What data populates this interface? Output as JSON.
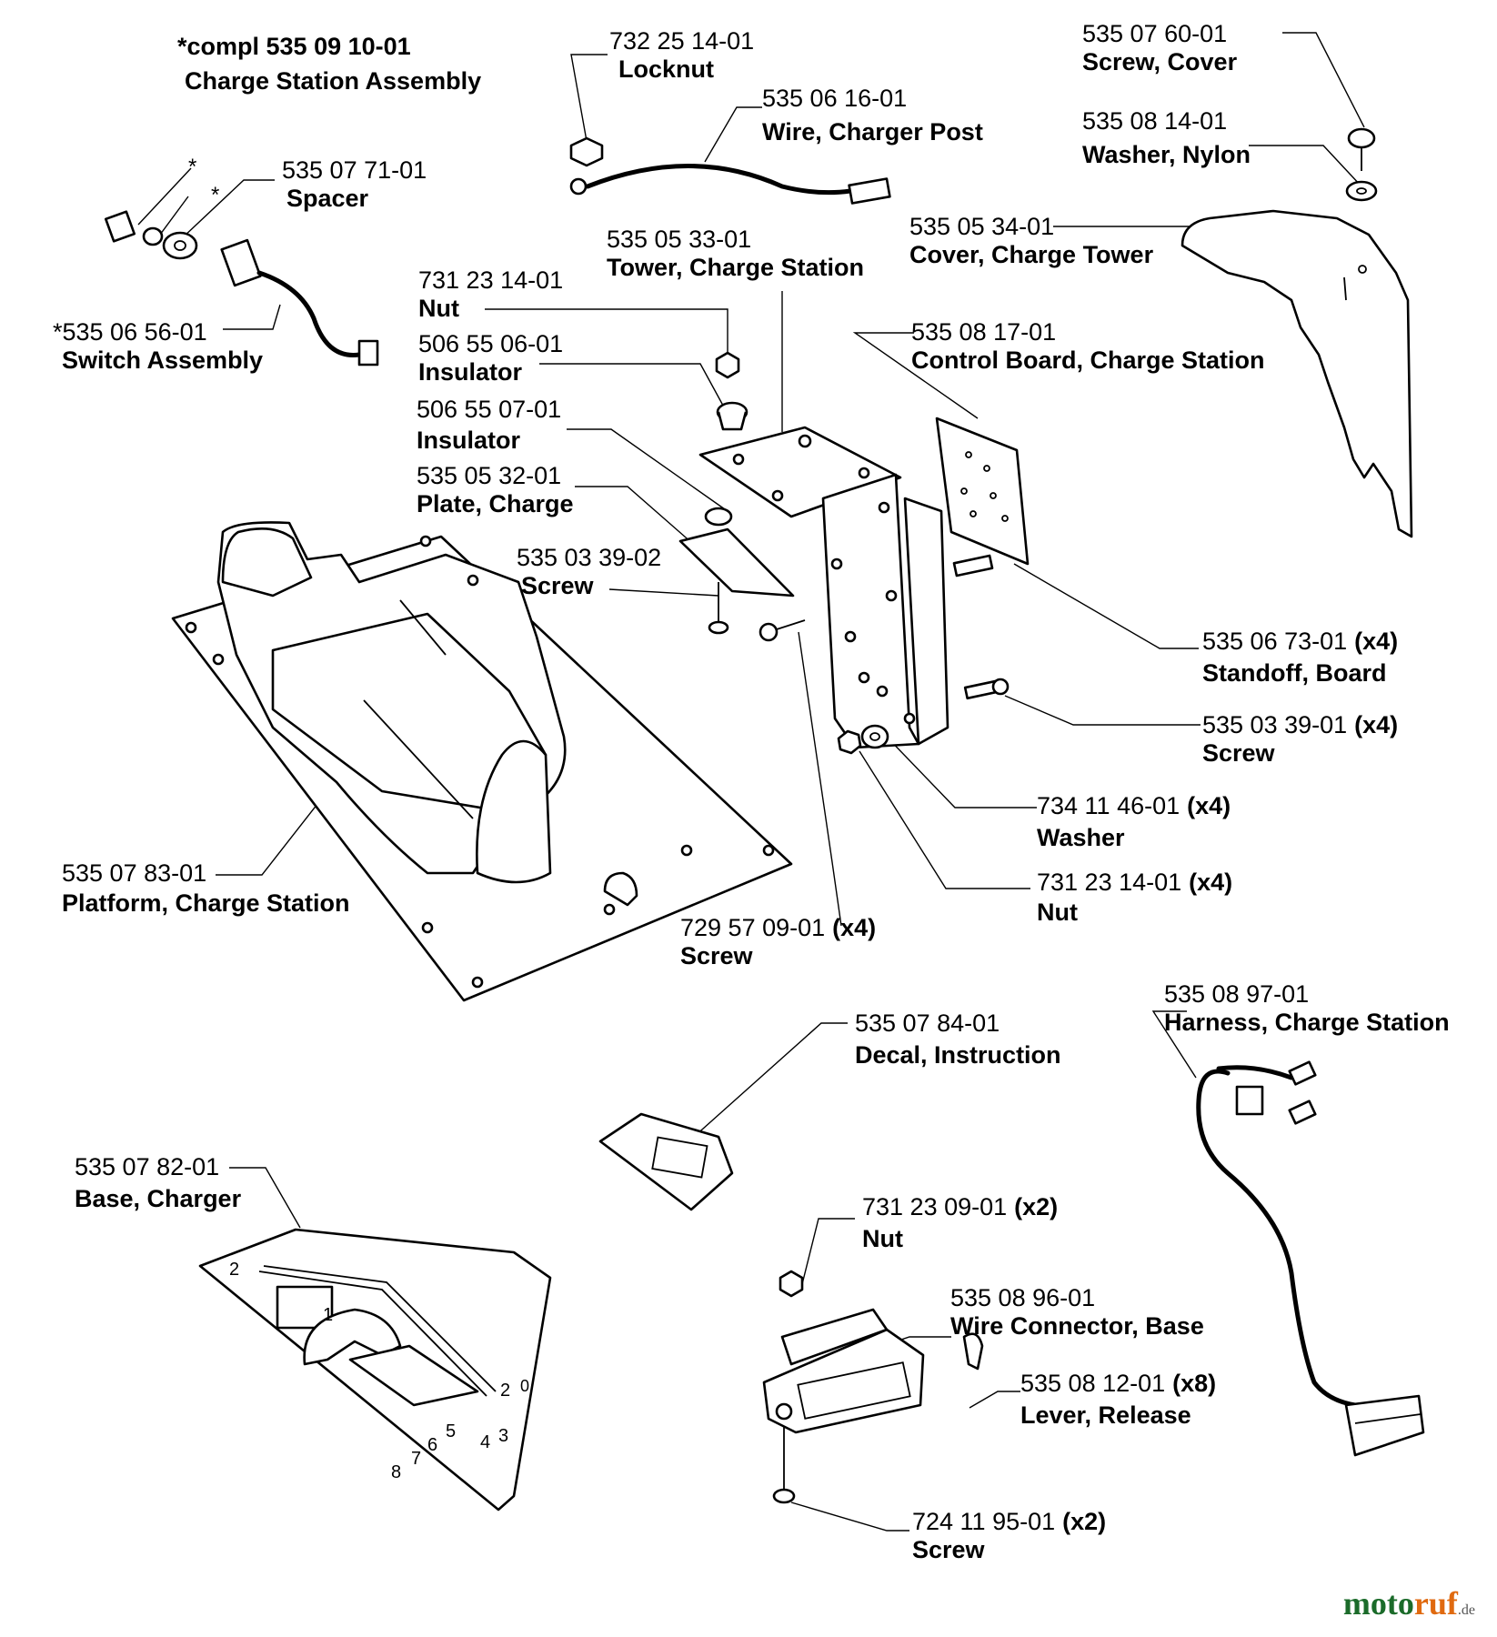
{
  "assembly": {
    "title_line1": "*compl 535 09 10-01",
    "title_line2": "Charge Station Assembly",
    "asterisk": "*"
  },
  "parts": [
    {
      "id": "locknut",
      "number": "732 25 14-01",
      "name": "Locknut",
      "qty": ""
    },
    {
      "id": "wire-charger-post",
      "number": "535 06 16-01",
      "name": "Wire, Charger Post",
      "qty": ""
    },
    {
      "id": "screw-cover",
      "number": "535 07 60-01",
      "name": "Screw, Cover",
      "qty": ""
    },
    {
      "id": "washer-nylon",
      "number": "535 08 14-01",
      "name": "Washer, Nylon",
      "qty": ""
    },
    {
      "id": "spacer",
      "number": "535 07 71-01",
      "name": "Spacer",
      "qty": ""
    },
    {
      "id": "tower-charge-station",
      "number": "535 05 33-01",
      "name": "Tower, Charge Station",
      "qty": ""
    },
    {
      "id": "cover-charge-tower",
      "number": "535 05 34-01",
      "name": "Cover, Charge Tower",
      "qty": ""
    },
    {
      "id": "nut-top",
      "number": "731 23 14-01",
      "name": "Nut",
      "qty": ""
    },
    {
      "id": "switch-assembly",
      "number": "*535 06 56-01",
      "name": "Switch Assembly",
      "qty": ""
    },
    {
      "id": "control-board",
      "number": "535 08 17-01",
      "name": "Control Board, Charge Station",
      "qty": ""
    },
    {
      "id": "insulator-1",
      "number": "506 55 06-01",
      "name": "Insulator",
      "qty": ""
    },
    {
      "id": "insulator-2",
      "number": "506 55 07-01",
      "name": "Insulator",
      "qty": ""
    },
    {
      "id": "plate-charge",
      "number": "535 05 32-01",
      "name": "Plate, Charge",
      "qty": ""
    },
    {
      "id": "screw-plate",
      "number": "535 03 39-02",
      "name": "Screw",
      "qty": ""
    },
    {
      "id": "standoff-board",
      "number": "535 06 73-01",
      "name": "Standoff, Board",
      "qty": "(x4)"
    },
    {
      "id": "screw-board",
      "number": "535 03 39-01",
      "name": "Screw",
      "qty": "(x4)"
    },
    {
      "id": "washer",
      "number": "734 11 46-01",
      "name": "Washer",
      "qty": "(x4)"
    },
    {
      "id": "platform",
      "number": "535 07 83-01",
      "name": "Platform, Charge Station",
      "qty": ""
    },
    {
      "id": "nut-lower",
      "number": "731 23 14-01",
      "name": "Nut",
      "qty": "(x4)"
    },
    {
      "id": "screw-platform",
      "number": "729 57 09-01",
      "name": "Screw",
      "qty": "(x4)"
    },
    {
      "id": "harness",
      "number": "535 08 97-01",
      "name": "Harness, Charge Station",
      "qty": ""
    },
    {
      "id": "decal",
      "number": "535 07 84-01",
      "name": "Decal, Instruction",
      "qty": ""
    },
    {
      "id": "base-charger",
      "number": "535 07 82-01",
      "name": "Base, Charger",
      "qty": ""
    },
    {
      "id": "nut-connector",
      "number": "731 23 09-01",
      "name": "Nut",
      "qty": "(x2)"
    },
    {
      "id": "wire-connector-base",
      "number": "535 08 96-01",
      "name": "Wire Connector, Base",
      "qty": ""
    },
    {
      "id": "lever-release",
      "number": "535 08 12-01",
      "name": "Lever, Release",
      "qty": "(x8)"
    },
    {
      "id": "screw-connector",
      "number": "724 11 95-01",
      "name": "Screw",
      "qty": "(x2)"
    }
  ],
  "base_markings": [
    "2",
    "1",
    "2",
    "3",
    "4",
    "5",
    "6",
    "7",
    "8",
    "0"
  ],
  "watermark": {
    "part1": "moto",
    "part2": "ruf",
    "suffix": ".de"
  }
}
